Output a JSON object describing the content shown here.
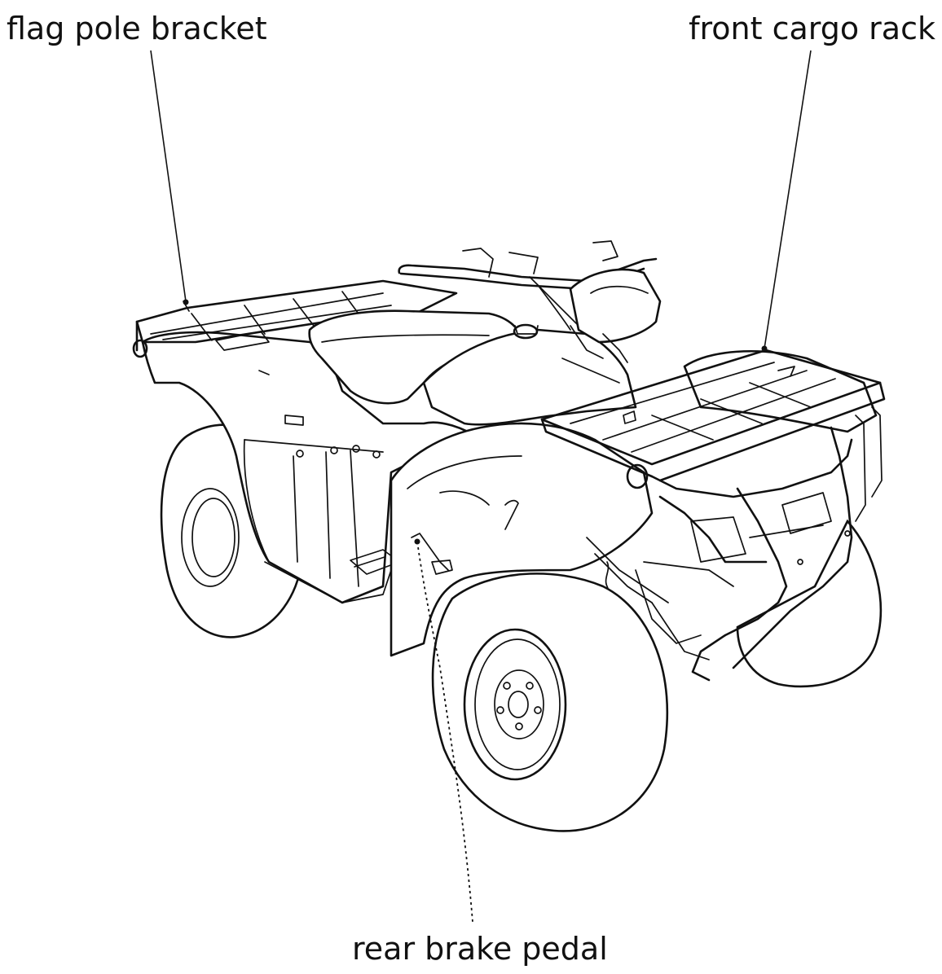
{
  "callouts": {
    "flag_pole_bracket": "flag pole bracket",
    "front_cargo_rack": "front cargo rack",
    "rear_brake_pedal": "rear brake pedal"
  },
  "icons": {
    "vehicle": "atv-line-drawing"
  },
  "colors": {
    "line": "#111111",
    "background": "#ffffff"
  }
}
